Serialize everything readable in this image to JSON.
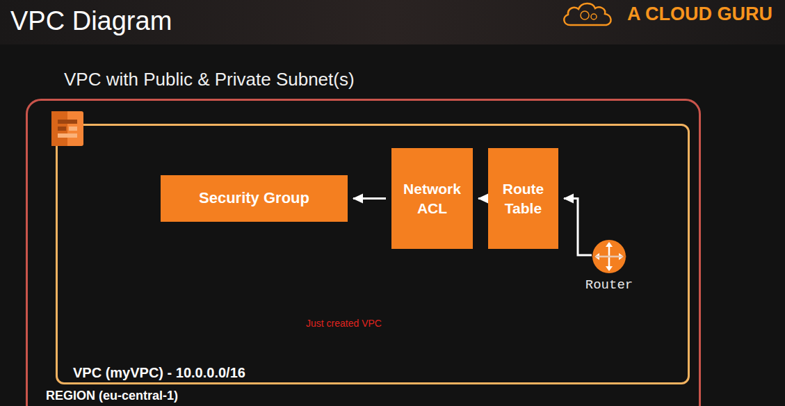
{
  "diagram": {
    "title": "VPC Diagram",
    "nodes": [
      {
        "text": [
          "REGION (eu-central-1)"
        ]
      },
      {
        "text": [
          "VPC (myVPC) - 10.0.0.0/16"
        ],
        "in": 0
      },
      {
        "text": [
          "Security Group"
        ],
        "in": 1
      },
      {
        "text": [
          "Network ACL"
        ],
        "in": 1
      },
      {
        "text": [
          "Route Table"
        ],
        "in": 1
      },
      {
        "text": [
          "Router"
        ],
        "in": 1
      }
    ],
    "edges": [
      {
        "from": 5,
        "to": 4,
        "arrow": "to"
      },
      {
        "from": 4,
        "to": 3,
        "arrow": "to"
      },
      {
        "from": 3,
        "to": 2,
        "arrow": "to"
      }
    ],
    "labels": [
      "A CLOUD GURU",
      "VPC with Public & Private Subnet(s)",
      "Just created VPC"
    ]
  }
}
